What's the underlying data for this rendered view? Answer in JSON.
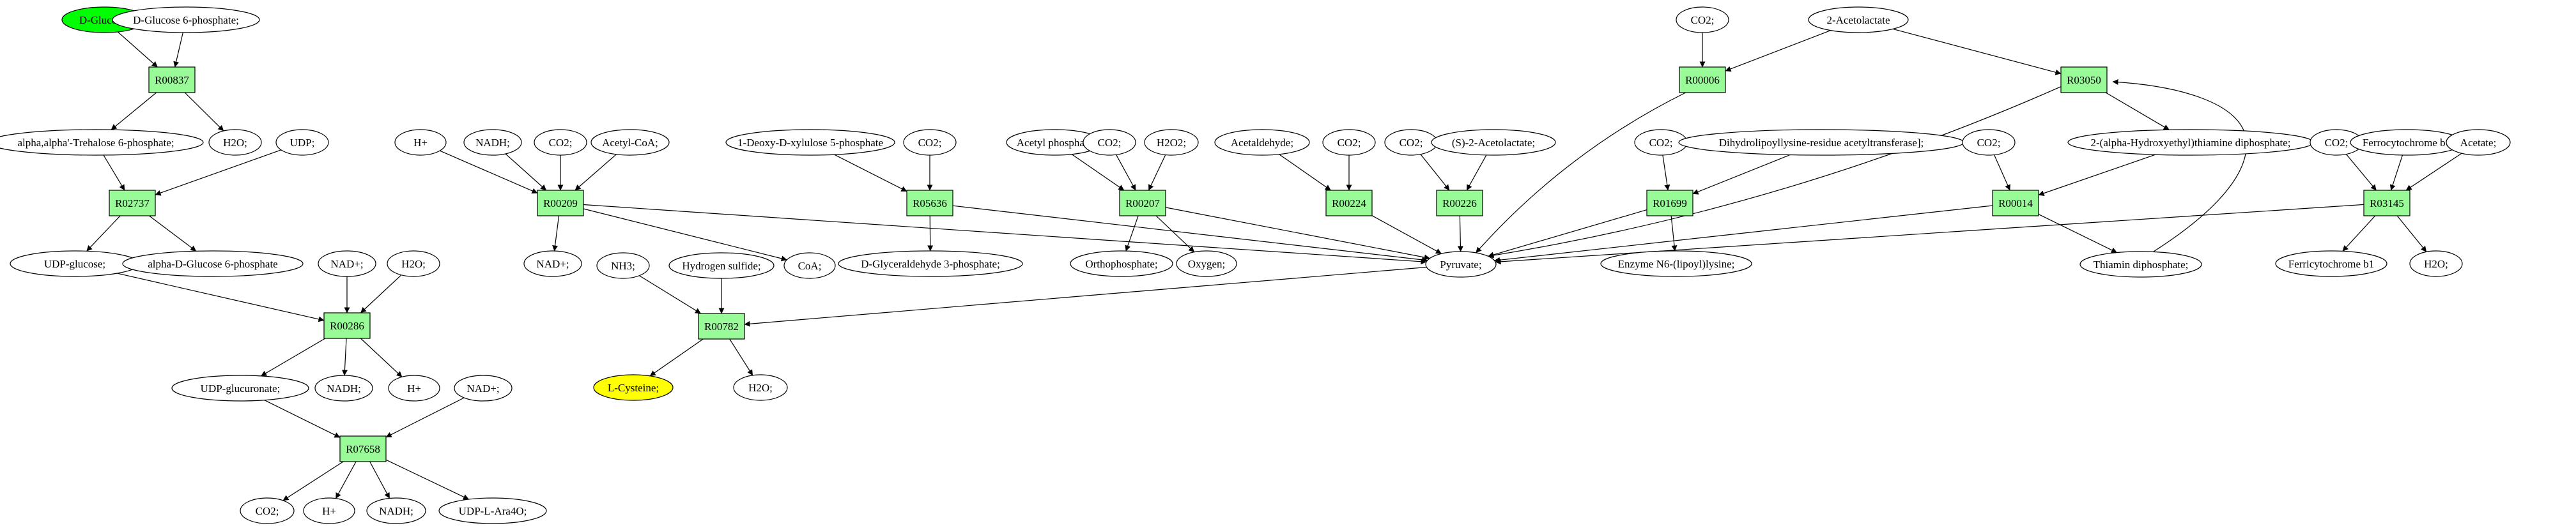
{
  "colors": {
    "reaction_fill": "#98fb98",
    "start_fill": "#00ff00",
    "end_fill": "#ffff00",
    "compound_fill": "#ffffff",
    "stroke": "#000000"
  },
  "nodes": {
    "dglc": {
      "label": "D-Glucose;",
      "kind": "start"
    },
    "g6p": {
      "label": "D-Glucose 6-phosphate;",
      "kind": "compound"
    },
    "r00837": {
      "label": "R00837",
      "kind": "reaction"
    },
    "trehalose": {
      "label": "alpha,alpha'-Trehalose 6-phosphate;",
      "kind": "compound"
    },
    "h2o_1": {
      "label": "H2O;",
      "kind": "compound"
    },
    "udp": {
      "label": "UDP;",
      "kind": "compound"
    },
    "r02737": {
      "label": "R02737",
      "kind": "reaction"
    },
    "udpglc": {
      "label": "UDP-glucose;",
      "kind": "compound"
    },
    "adg6p": {
      "label": "alpha-D-Glucose 6-phosphate",
      "kind": "compound"
    },
    "nadp_1": {
      "label": "NAD+;",
      "kind": "compound"
    },
    "h2o_2": {
      "label": "H2O;",
      "kind": "compound"
    },
    "r00286": {
      "label": "R00286",
      "kind": "reaction"
    },
    "udpgluc": {
      "label": "UDP-glucuronate;",
      "kind": "compound"
    },
    "nadh_1": {
      "label": "NADH;",
      "kind": "compound"
    },
    "hplus_1": {
      "label": "H+",
      "kind": "compound"
    },
    "nadp_2": {
      "label": "NAD+;",
      "kind": "compound"
    },
    "r07658": {
      "label": "R07658",
      "kind": "reaction"
    },
    "co2_1": {
      "label": "CO2;",
      "kind": "compound"
    },
    "hplus_2": {
      "label": "H+",
      "kind": "compound"
    },
    "nadh_2": {
      "label": "NADH;",
      "kind": "compound"
    },
    "udpara": {
      "label": "UDP-L-Ara4O;",
      "kind": "compound"
    },
    "hplus_3": {
      "label": "H+",
      "kind": "compound"
    },
    "nadh_3": {
      "label": "NADH;",
      "kind": "compound"
    },
    "co2_2": {
      "label": "CO2;",
      "kind": "compound"
    },
    "acetylcoa": {
      "label": "Acetyl-CoA;",
      "kind": "compound"
    },
    "r00209": {
      "label": "R00209",
      "kind": "reaction"
    },
    "nadp_3": {
      "label": "NAD+;",
      "kind": "compound"
    },
    "coa": {
      "label": "CoA;",
      "kind": "compound"
    },
    "nh3": {
      "label": "NH3;",
      "kind": "compound"
    },
    "h2s": {
      "label": "Hydrogen sulfide;",
      "kind": "compound"
    },
    "r00782": {
      "label": "R00782",
      "kind": "reaction"
    },
    "cys": {
      "label": "L-Cysteine;",
      "kind": "end"
    },
    "h2o_3": {
      "label": "H2O;",
      "kind": "compound"
    },
    "deoxyx": {
      "label": "1-Deoxy-D-xylulose 5-phosphate",
      "kind": "compound"
    },
    "co2_3": {
      "label": "CO2;",
      "kind": "compound"
    },
    "r05636": {
      "label": "R05636",
      "kind": "reaction"
    },
    "dg3p": {
      "label": "D-Glyceraldehyde 3-phosphate;",
      "kind": "compound"
    },
    "acetylp": {
      "label": "Acetyl phosphate",
      "kind": "compound"
    },
    "co2_4": {
      "label": "CO2;",
      "kind": "compound"
    },
    "h2o2": {
      "label": "H2O2;",
      "kind": "compound"
    },
    "r00207": {
      "label": "R00207",
      "kind": "reaction"
    },
    "ortho": {
      "label": "Orthophosphate;",
      "kind": "compound"
    },
    "oxygen": {
      "label": "Oxygen;",
      "kind": "compound"
    },
    "acetald": {
      "label": "Acetaldehyde;",
      "kind": "compound"
    },
    "co2_5": {
      "label": "CO2;",
      "kind": "compound"
    },
    "r00224": {
      "label": "R00224",
      "kind": "reaction"
    },
    "co2_6": {
      "label": "CO2;",
      "kind": "compound"
    },
    "sacetolact": {
      "label": "(S)-2-Acetolactate;",
      "kind": "compound"
    },
    "r00226": {
      "label": "R00226",
      "kind": "reaction"
    },
    "pyruvate": {
      "label": "Pyruvate;",
      "kind": "compound"
    },
    "co2_7": {
      "label": "CO2;",
      "kind": "compound"
    },
    "dihydro": {
      "label": "Dihydrolipoyllysine-residue acetyltransferase];",
      "kind": "compound"
    },
    "r01699": {
      "label": "R01699",
      "kind": "reaction"
    },
    "enzyme": {
      "label": "Enzyme N6-(lipoyl)lysine;",
      "kind": "compound"
    },
    "co2_top": {
      "label": "CO2;",
      "kind": "compound"
    },
    "acetolact": {
      "label": "2-Acetolactate",
      "kind": "compound"
    },
    "r00006": {
      "label": "R00006",
      "kind": "reaction"
    },
    "r03050": {
      "label": "R03050",
      "kind": "reaction"
    },
    "co2_8": {
      "label": "CO2;",
      "kind": "compound"
    },
    "hetpp": {
      "label": "2-(alpha-Hydroxyethyl)thiamine diphosphate;",
      "kind": "compound"
    },
    "r00014": {
      "label": "R00014",
      "kind": "reaction"
    },
    "tpp": {
      "label": "Thiamin diphosphate;",
      "kind": "compound"
    },
    "co2_9": {
      "label": "CO2;",
      "kind": "compound"
    },
    "ferrocyt": {
      "label": "Ferrocytochrome b1",
      "kind": "compound"
    },
    "acetate": {
      "label": "Acetate;",
      "kind": "compound"
    },
    "r03145": {
      "label": "R03145",
      "kind": "reaction"
    },
    "ferricyt": {
      "label": "Ferricytochrome b1",
      "kind": "compound"
    },
    "h2o_4": {
      "label": "H2O;",
      "kind": "compound"
    }
  },
  "edges": [
    [
      "dglc",
      "r00837"
    ],
    [
      "g6p",
      "r00837"
    ],
    [
      "r00837",
      "trehalose"
    ],
    [
      "r00837",
      "h2o_1"
    ],
    [
      "trehalose",
      "r02737"
    ],
    [
      "udp",
      "r02737"
    ],
    [
      "r02737",
      "udpglc"
    ],
    [
      "r02737",
      "adg6p"
    ],
    [
      "udpglc",
      "r00286"
    ],
    [
      "nadp_1",
      "r00286"
    ],
    [
      "h2o_2",
      "r00286"
    ],
    [
      "r00286",
      "udpgluc"
    ],
    [
      "r00286",
      "nadh_1"
    ],
    [
      "r00286",
      "hplus_1"
    ],
    [
      "udpgluc",
      "r07658"
    ],
    [
      "nadp_2",
      "r07658"
    ],
    [
      "r07658",
      "co2_1"
    ],
    [
      "r07658",
      "hplus_2"
    ],
    [
      "r07658",
      "nadh_2"
    ],
    [
      "r07658",
      "udpara"
    ],
    [
      "hplus_3",
      "r00209"
    ],
    [
      "nadh_3",
      "r00209"
    ],
    [
      "co2_2",
      "r00209"
    ],
    [
      "acetylcoa",
      "r00209"
    ],
    [
      "r00209",
      "nadp_3"
    ],
    [
      "r00209",
      "coa"
    ],
    [
      "r00209",
      "pyruvate"
    ],
    [
      "deoxyx",
      "r05636"
    ],
    [
      "co2_3",
      "r05636"
    ],
    [
      "r05636",
      "dg3p"
    ],
    [
      "r05636",
      "pyruvate"
    ],
    [
      "acetylp",
      "r00207"
    ],
    [
      "co2_4",
      "r00207"
    ],
    [
      "h2o2",
      "r00207"
    ],
    [
      "r00207",
      "ortho"
    ],
    [
      "r00207",
      "oxygen"
    ],
    [
      "r00207",
      "pyruvate"
    ],
    [
      "acetald",
      "r00224"
    ],
    [
      "co2_5",
      "r00224"
    ],
    [
      "r00224",
      "pyruvate"
    ],
    [
      "co2_6",
      "r00226"
    ],
    [
      "sacetolact",
      "r00226"
    ],
    [
      "r00226",
      "pyruvate"
    ],
    [
      "co2_7",
      "r01699"
    ],
    [
      "dihydro",
      "r01699"
    ],
    [
      "r01699",
      "enzyme"
    ],
    [
      "r01699",
      "pyruvate"
    ],
    [
      "co2_top",
      "r00006"
    ],
    [
      "acetolact",
      "r00006"
    ],
    [
      "r00006",
      "pyruvate"
    ],
    [
      "acetolact",
      "r03050"
    ],
    [
      "r03050",
      "pyruvate"
    ],
    [
      "r03050",
      "hetpp"
    ],
    [
      "tpp",
      "r03050"
    ],
    [
      "co2_8",
      "r00014"
    ],
    [
      "hetpp",
      "r00014"
    ],
    [
      "r00014",
      "tpp"
    ],
    [
      "r00014",
      "pyruvate"
    ],
    [
      "co2_9",
      "r03145"
    ],
    [
      "ferrocyt",
      "r03145"
    ],
    [
      "acetate",
      "r03145"
    ],
    [
      "r03145",
      "ferricyt"
    ],
    [
      "r03145",
      "h2o_4"
    ],
    [
      "r03145",
      "pyruvate"
    ],
    [
      "pyruvate",
      "r00782"
    ],
    [
      "nh3",
      "r00782"
    ],
    [
      "h2s",
      "r00782"
    ],
    [
      "r00782",
      "cys"
    ],
    [
      "r00782",
      "h2o_3"
    ]
  ]
}
